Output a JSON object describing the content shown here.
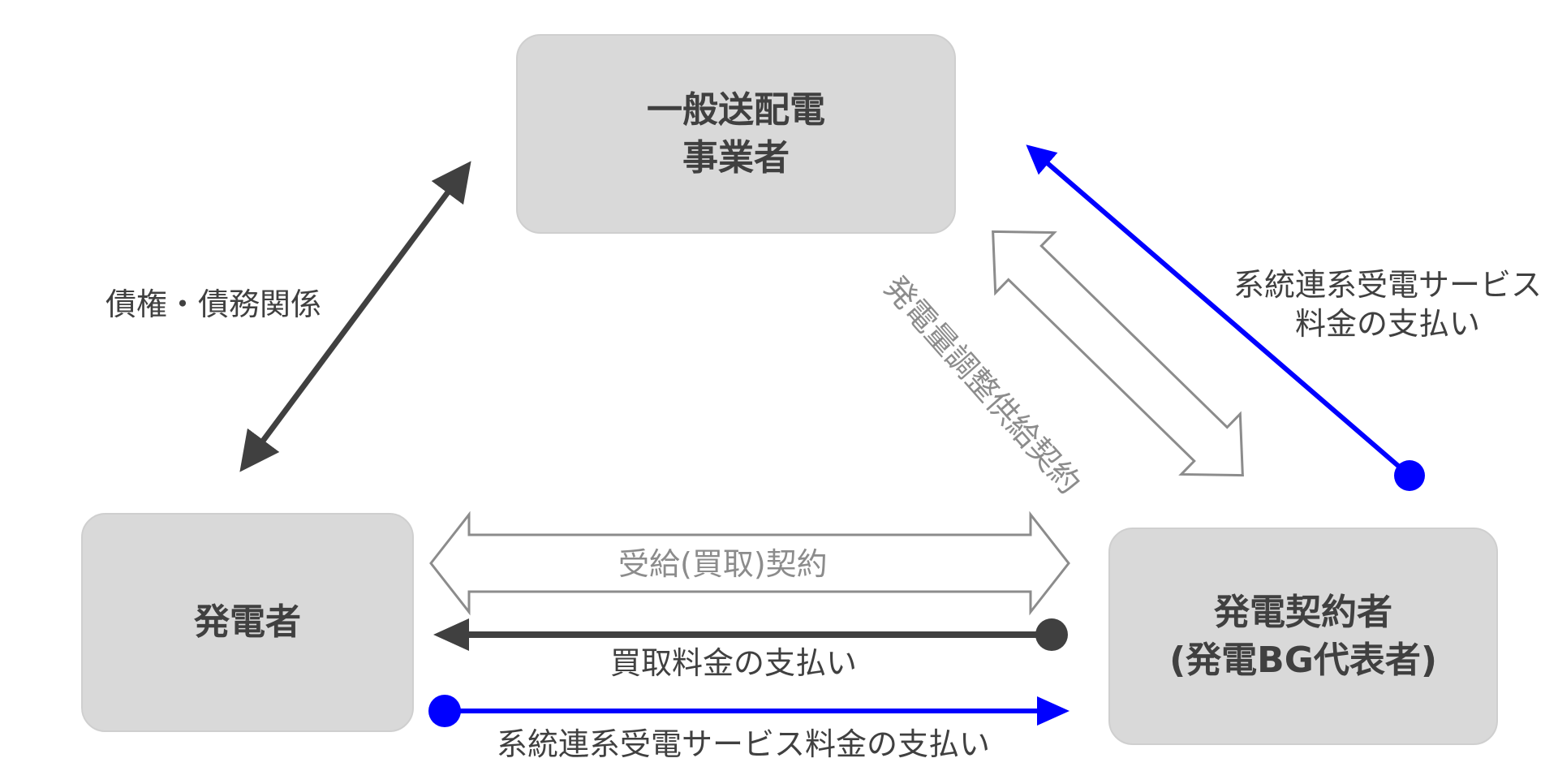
{
  "nodes": {
    "tso": {
      "line1": "一般送配電",
      "line2": "事業者"
    },
    "generator": {
      "line1": "発電者"
    },
    "contractor": {
      "line1": "発電契約者",
      "line2": "(発電BG代表者)"
    }
  },
  "edges": {
    "debt": {
      "label": "債権・債務関係"
    },
    "grid_fee_to_tso": {
      "line1": "系統連系受電サービス",
      "line2": "料金の支払い"
    },
    "supply_contract": {
      "label": "発電量調整供給契約"
    },
    "fit_contract": {
      "label": "受給(買取)契約"
    },
    "purchase_payment": {
      "label": "買取料金の支払い"
    },
    "grid_fee_to_contractor": {
      "label": "系統連系受電サービス料金の支払い"
    }
  },
  "colors": {
    "box_fill": "#d9d9d9",
    "dark_arrow": "#404040",
    "blue_arrow": "#0000ff",
    "hollow_arrow_stroke": "#8c8c8c"
  }
}
